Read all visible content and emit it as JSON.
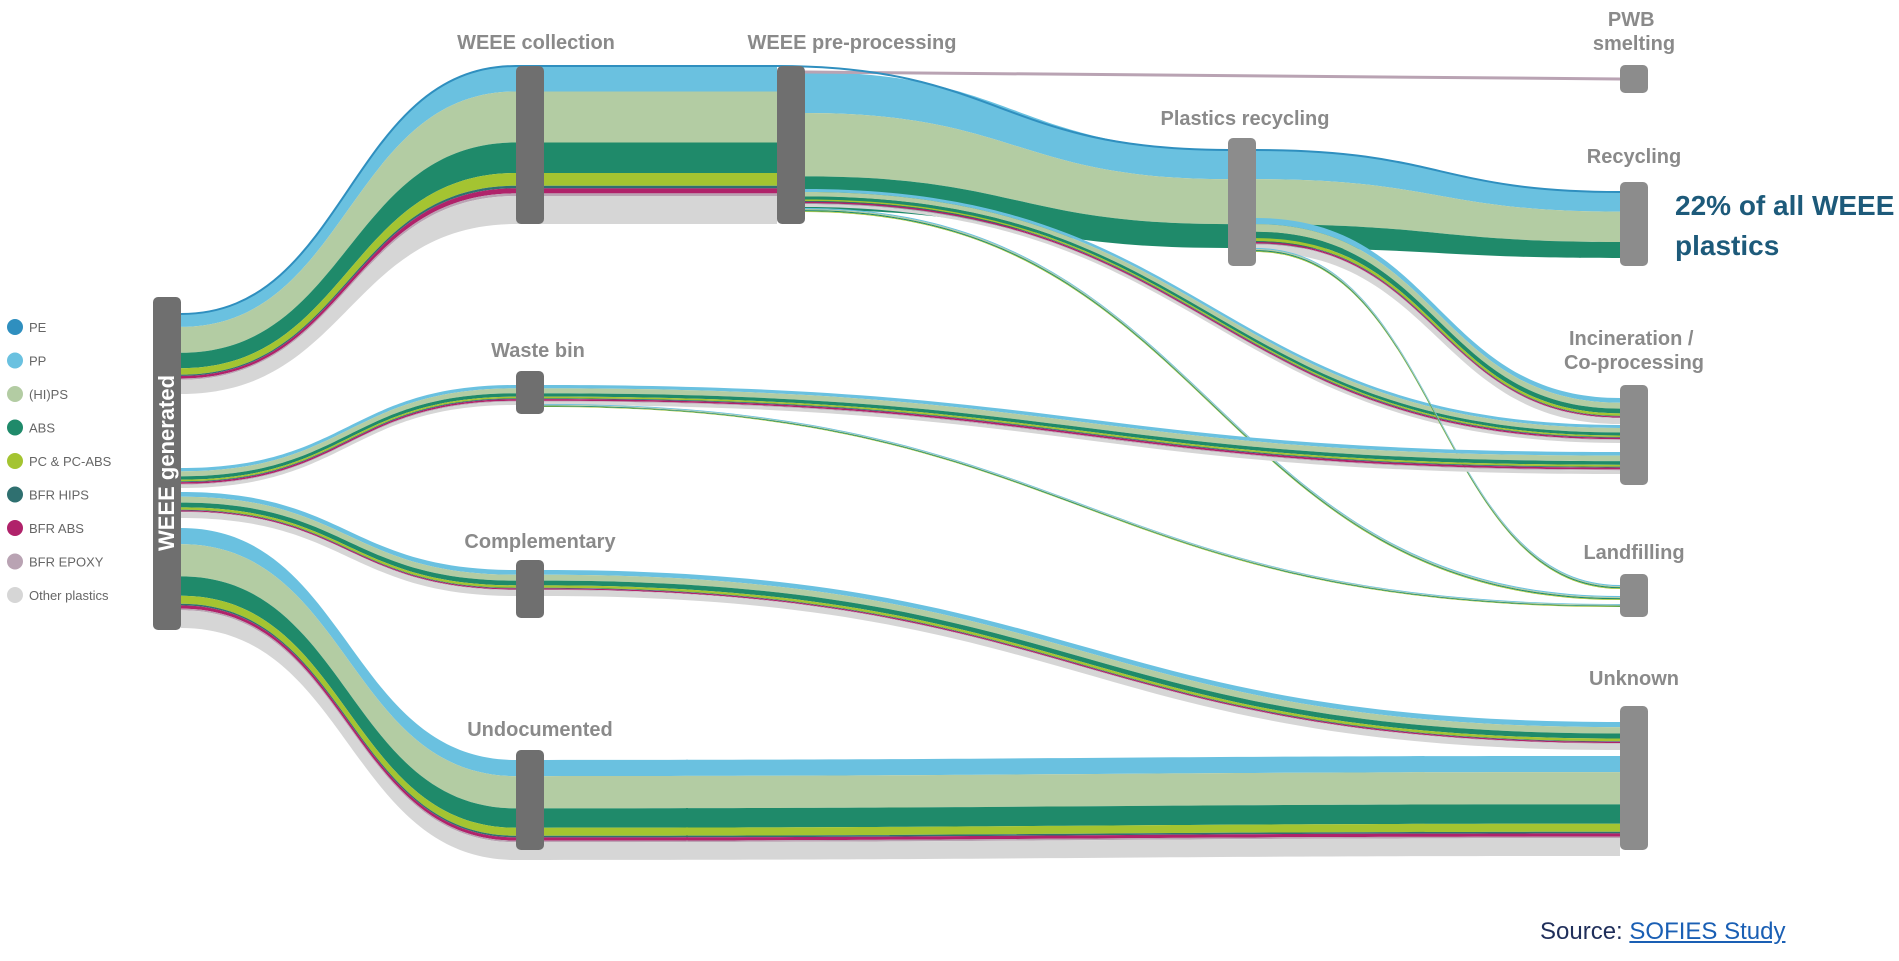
{
  "colors": {
    "node": "#6f6f6f",
    "node_light": "#8c8c8c",
    "label": "#8a8a8a",
    "callout": "#1d5a7a",
    "source_text": "#1f2e5a",
    "source_link": "#1a5fb4"
  },
  "materials": [
    {
      "name": "PE",
      "color": "#2f8fbf"
    },
    {
      "name": "PP",
      "color": "#6ac1e0"
    },
    {
      "name": "(HI)PS",
      "color": "#b3cca3"
    },
    {
      "name": "ABS",
      "color": "#1f8a6a"
    },
    {
      "name": "PC & PC-ABS",
      "color": "#a4c431"
    },
    {
      "name": "BFR HIPS",
      "color": "#2f7070"
    },
    {
      "name": "BFR ABS",
      "color": "#b0226a"
    },
    {
      "name": "BFR EPOXY",
      "color": "#b9a3b3"
    },
    {
      "name": "Other plastics",
      "color": "#d6d6d6"
    }
  ],
  "nodes": {
    "weee_generated": "WEEE generated",
    "weee_collection": "WEEE collection",
    "weee_preprocessing": "WEEE pre-processing",
    "plastics_recycling": "Plastics recycling",
    "pwb_smelting": [
      "PWB",
      "smelting"
    ],
    "recycling": "Recycling",
    "waste_bin": "Waste bin",
    "incineration": [
      "Incineration /",
      "Co-processing"
    ],
    "complementary": "Complementary",
    "landfilling": "Landfilling",
    "undocumented": "Undocumented",
    "unknown": "Unknown"
  },
  "callout": {
    "line1": "22% of all WEEE",
    "line2": "plastics"
  },
  "source": {
    "prefix": "Source: ",
    "link_text": "SOFIES Study"
  }
}
